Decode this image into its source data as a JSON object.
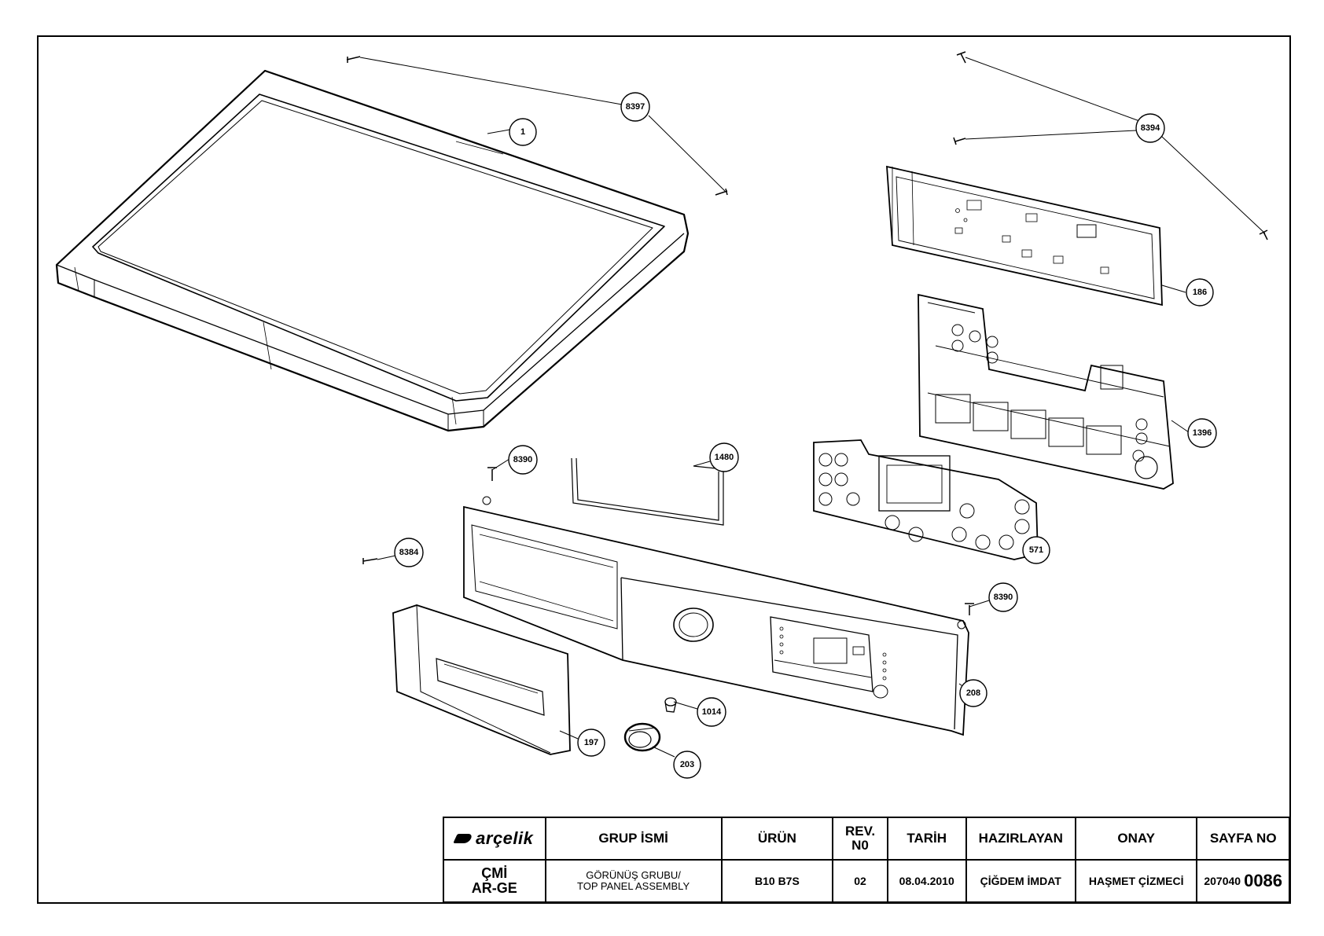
{
  "callouts": {
    "c1": "1",
    "c8397": "8397",
    "c8394": "8394",
    "c186": "186",
    "c1396": "1396",
    "c571": "571",
    "c8390a": "8390",
    "c1480": "1480",
    "c8384": "8384",
    "c8390b": "8390",
    "c208": "208",
    "c1014": "1014",
    "c197": "197",
    "c203": "203"
  },
  "title_block": {
    "logo": "arçelik",
    "group_header": "GRUP İSMİ",
    "product_header": "ÜRÜN",
    "rev_header_l1": "REV.",
    "rev_header_l2": "N0",
    "date_header": "TARİH",
    "prepared_header": "HAZIRLAYAN",
    "approval_header": "ONAY",
    "page_header": "SAYFA NO",
    "dept_l1": "ÇMİ",
    "dept_l2": "AR-GE",
    "group_l1": "GÖRÜNÜŞ GRUBU/",
    "group_l2": "TOP PANEL ASSEMBLY",
    "product": "B10 B7S",
    "rev": "02",
    "date": "08.04.2010",
    "prepared": "ÇİĞDEM İMDAT",
    "approval": "HAŞMET ÇİZMECİ",
    "page_prefix": "207040",
    "page_number": "0086"
  }
}
